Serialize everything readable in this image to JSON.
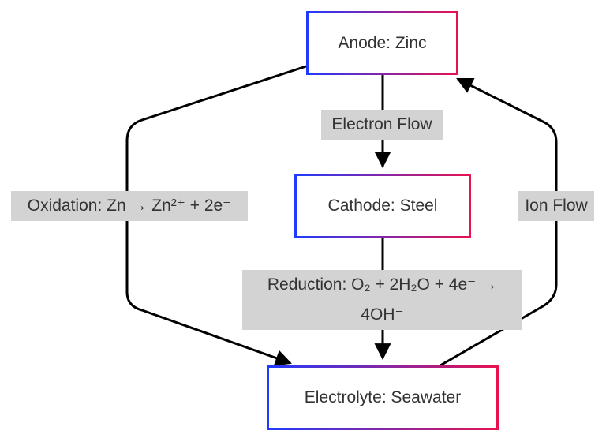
{
  "nodes": {
    "anode": "Anode: Zinc",
    "cathode": "Cathode: Steel",
    "electrolyte": "Electrolyte: Seawater"
  },
  "edges": {
    "electron_flow": "Electron Flow",
    "oxidation": "Oxidation: Zn → Zn²⁺ + 2e⁻",
    "ion_flow": "Ion Flow",
    "reduction_line1": "Reduction: O₂ + 2H₂O + 4e⁻ →",
    "reduction_line2": "4OH⁻"
  },
  "colors": {
    "border_start": "#1f3bff",
    "border_end": "#e8124e",
    "edge": "#000000",
    "label_bg": "#d3d3d3",
    "text": "#333333"
  }
}
